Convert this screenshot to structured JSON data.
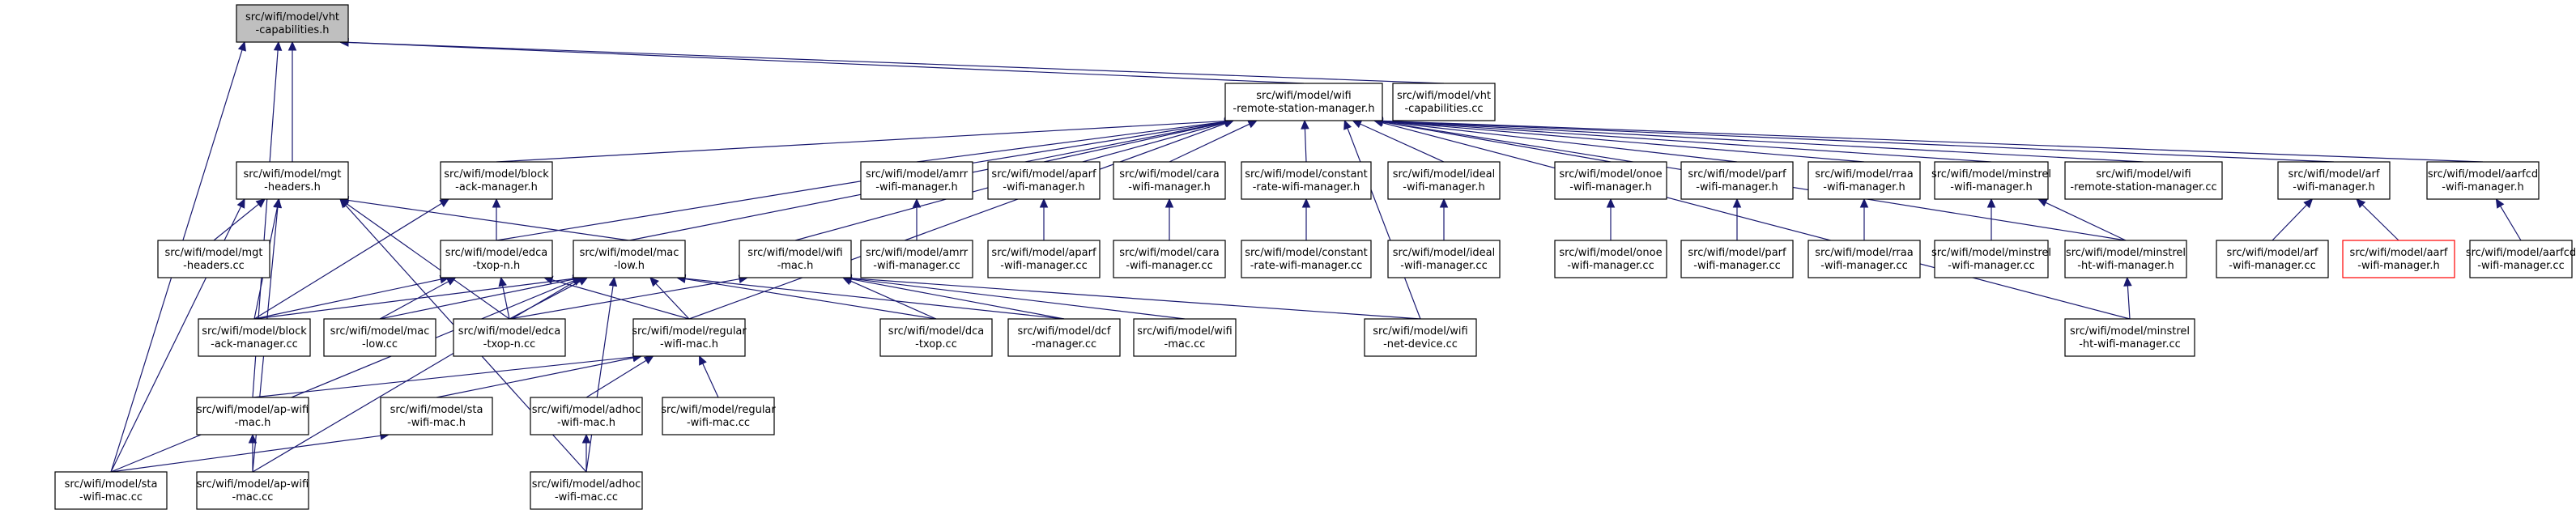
{
  "graph": {
    "colors": {
      "edge": "#191970",
      "node_border": "#000000",
      "root_fill": "#bfbfbf",
      "missing_border": "#ff0000"
    },
    "nodes": [
      {
        "id": "vht_h",
        "lines": [
          "src/wifi/model/vht",
          "-capabilities.h"
        ],
        "style": "root"
      },
      {
        "id": "rsm_h",
        "lines": [
          "src/wifi/model/wifi",
          "-remote-station-manager.h"
        ]
      },
      {
        "id": "vht_cc",
        "lines": [
          "src/wifi/model/vht",
          "-capabilities.cc"
        ]
      },
      {
        "id": "mgt_h",
        "lines": [
          "src/wifi/model/mgt",
          "-headers.h"
        ]
      },
      {
        "id": "back_h",
        "lines": [
          "src/wifi/model/block",
          "-ack-manager.h"
        ]
      },
      {
        "id": "amrr_h",
        "lines": [
          "src/wifi/model/amrr",
          "-wifi-manager.h"
        ]
      },
      {
        "id": "aparf_h",
        "lines": [
          "src/wifi/model/aparf",
          "-wifi-manager.h"
        ]
      },
      {
        "id": "cara_h",
        "lines": [
          "src/wifi/model/cara",
          "-wifi-manager.h"
        ]
      },
      {
        "id": "const_h",
        "lines": [
          "src/wifi/model/constant",
          "-rate-wifi-manager.h"
        ]
      },
      {
        "id": "ideal_h",
        "lines": [
          "src/wifi/model/ideal",
          "-wifi-manager.h"
        ]
      },
      {
        "id": "onoe_h",
        "lines": [
          "src/wifi/model/onoe",
          "-wifi-manager.h"
        ]
      },
      {
        "id": "parf_h",
        "lines": [
          "src/wifi/model/parf",
          "-wifi-manager.h"
        ]
      },
      {
        "id": "rraa_h",
        "lines": [
          "src/wifi/model/rraa",
          "-wifi-manager.h"
        ]
      },
      {
        "id": "minstrel_h",
        "lines": [
          "src/wifi/model/minstrel",
          "-wifi-manager.h"
        ]
      },
      {
        "id": "rsm_cc",
        "lines": [
          "src/wifi/model/wifi",
          "-remote-station-manager.cc"
        ]
      },
      {
        "id": "arf_h",
        "lines": [
          "src/wifi/model/arf",
          "-wifi-manager.h"
        ]
      },
      {
        "id": "aarfcd_h",
        "lines": [
          "src/wifi/model/aarfcd",
          "-wifi-manager.h"
        ]
      },
      {
        "id": "mgt_cc",
        "lines": [
          "src/wifi/model/mgt",
          "-headers.cc"
        ]
      },
      {
        "id": "edca_h",
        "lines": [
          "src/wifi/model/edca",
          "-txop-n.h"
        ]
      },
      {
        "id": "maclow_h",
        "lines": [
          "src/wifi/model/mac",
          "-low.h"
        ]
      },
      {
        "id": "wifimac_h",
        "lines": [
          "src/wifi/model/wifi",
          "-mac.h"
        ]
      },
      {
        "id": "amrr_cc",
        "lines": [
          "src/wifi/model/amrr",
          "-wifi-manager.cc"
        ]
      },
      {
        "id": "aparf_cc",
        "lines": [
          "src/wifi/model/aparf",
          "-wifi-manager.cc"
        ]
      },
      {
        "id": "cara_cc",
        "lines": [
          "src/wifi/model/cara",
          "-wifi-manager.cc"
        ]
      },
      {
        "id": "const_cc",
        "lines": [
          "src/wifi/model/constant",
          "-rate-wifi-manager.cc"
        ]
      },
      {
        "id": "ideal_cc",
        "lines": [
          "src/wifi/model/ideal",
          "-wifi-manager.cc"
        ]
      },
      {
        "id": "onoe_cc",
        "lines": [
          "src/wifi/model/onoe",
          "-wifi-manager.cc"
        ]
      },
      {
        "id": "parf_cc",
        "lines": [
          "src/wifi/model/parf",
          "-wifi-manager.cc"
        ]
      },
      {
        "id": "rraa_cc",
        "lines": [
          "src/wifi/model/rraa",
          "-wifi-manager.cc"
        ]
      },
      {
        "id": "minstrel_cc",
        "lines": [
          "src/wifi/model/minstrel",
          "-wifi-manager.cc"
        ]
      },
      {
        "id": "mht_h",
        "lines": [
          "src/wifi/model/minstrel",
          "-ht-wifi-manager.h"
        ]
      },
      {
        "id": "arf_cc",
        "lines": [
          "src/wifi/model/arf",
          "-wifi-manager.cc"
        ]
      },
      {
        "id": "aarf_h",
        "lines": [
          "src/wifi/model/aarf",
          "-wifi-manager.h"
        ],
        "style": "red"
      },
      {
        "id": "aarfcd_cc",
        "lines": [
          "src/wifi/model/aarfcd",
          "-wifi-manager.cc"
        ]
      },
      {
        "id": "back_cc",
        "lines": [
          "src/wifi/model/block",
          "-ack-manager.cc"
        ]
      },
      {
        "id": "maclow_cc",
        "lines": [
          "src/wifi/model/mac",
          "-low.cc"
        ]
      },
      {
        "id": "edca_cc",
        "lines": [
          "src/wifi/model/edca",
          "-txop-n.cc"
        ]
      },
      {
        "id": "regular_h",
        "lines": [
          "src/wifi/model/regular",
          "-wifi-mac.h"
        ]
      },
      {
        "id": "dca_cc",
        "lines": [
          "src/wifi/model/dca",
          "-txop.cc"
        ]
      },
      {
        "id": "dcf_cc",
        "lines": [
          "src/wifi/model/dcf",
          "-manager.cc"
        ]
      },
      {
        "id": "wifimac_cc",
        "lines": [
          "src/wifi/model/wifi",
          "-mac.cc"
        ]
      },
      {
        "id": "netdev_cc",
        "lines": [
          "src/wifi/model/wifi",
          "-net-device.cc"
        ]
      },
      {
        "id": "mht_cc",
        "lines": [
          "src/wifi/model/minstrel",
          "-ht-wifi-manager.cc"
        ]
      },
      {
        "id": "ap_h",
        "lines": [
          "src/wifi/model/ap-wifi",
          "-mac.h"
        ]
      },
      {
        "id": "sta_h",
        "lines": [
          "src/wifi/model/sta",
          "-wifi-mac.h"
        ]
      },
      {
        "id": "adhoc_h",
        "lines": [
          "src/wifi/model/adhoc",
          "-wifi-mac.h"
        ]
      },
      {
        "id": "regular_cc",
        "lines": [
          "src/wifi/model/regular",
          "-wifi-mac.cc"
        ]
      },
      {
        "id": "sta_cc",
        "lines": [
          "src/wifi/model/sta",
          "-wifi-mac.cc"
        ]
      },
      {
        "id": "ap_cc",
        "lines": [
          "src/wifi/model/ap-wifi",
          "-mac.cc"
        ]
      },
      {
        "id": "adhoc_cc",
        "lines": [
          "src/wifi/model/adhoc",
          "-wifi-mac.cc"
        ]
      }
    ],
    "edges": [
      [
        "rsm_h",
        "vht_h"
      ],
      [
        "vht_cc",
        "vht_h"
      ],
      [
        "mgt_h",
        "vht_h"
      ],
      [
        "ap_h",
        "vht_h"
      ],
      [
        "sta_cc",
        "vht_h"
      ],
      [
        "back_h",
        "rsm_h"
      ],
      [
        "amrr_h",
        "rsm_h"
      ],
      [
        "aparf_h",
        "rsm_h"
      ],
      [
        "cara_h",
        "rsm_h"
      ],
      [
        "const_h",
        "rsm_h"
      ],
      [
        "ideal_h",
        "rsm_h"
      ],
      [
        "onoe_h",
        "rsm_h"
      ],
      [
        "parf_h",
        "rsm_h"
      ],
      [
        "rraa_h",
        "rsm_h"
      ],
      [
        "minstrel_h",
        "rsm_h"
      ],
      [
        "rsm_cc",
        "rsm_h"
      ],
      [
        "arf_h",
        "rsm_h"
      ],
      [
        "aarfcd_h",
        "rsm_h"
      ],
      [
        "edca_h",
        "rsm_h"
      ],
      [
        "maclow_h",
        "rsm_h"
      ],
      [
        "wifimac_h",
        "rsm_h"
      ],
      [
        "regular_h",
        "rsm_h"
      ],
      [
        "netdev_cc",
        "rsm_h"
      ],
      [
        "mht_h",
        "rsm_h"
      ],
      [
        "mht_cc",
        "rsm_h"
      ],
      [
        "mgt_cc",
        "mgt_h"
      ],
      [
        "back_cc",
        "mgt_h"
      ],
      [
        "maclow_h",
        "mgt_h"
      ],
      [
        "edca_cc",
        "mgt_h"
      ],
      [
        "sta_cc",
        "mgt_h"
      ],
      [
        "ap_cc",
        "mgt_h"
      ],
      [
        "adhoc_cc",
        "mgt_h"
      ],
      [
        "back_cc",
        "back_h"
      ],
      [
        "edca_h",
        "back_h"
      ],
      [
        "amrr_cc",
        "amrr_h"
      ],
      [
        "aparf_cc",
        "aparf_h"
      ],
      [
        "cara_cc",
        "cara_h"
      ],
      [
        "const_cc",
        "const_h"
      ],
      [
        "ideal_cc",
        "ideal_h"
      ],
      [
        "onoe_cc",
        "onoe_h"
      ],
      [
        "parf_cc",
        "parf_h"
      ],
      [
        "rraa_cc",
        "rraa_h"
      ],
      [
        "minstrel_cc",
        "minstrel_h"
      ],
      [
        "mht_h",
        "minstrel_h"
      ],
      [
        "mht_cc",
        "mht_h"
      ],
      [
        "arf_cc",
        "arf_h"
      ],
      [
        "aarf_h",
        "arf_h"
      ],
      [
        "aarfcd_cc",
        "aarfcd_h"
      ],
      [
        "back_cc",
        "edca_h"
      ],
      [
        "maclow_cc",
        "edca_h"
      ],
      [
        "edca_cc",
        "edca_h"
      ],
      [
        "regular_h",
        "edca_h"
      ],
      [
        "back_cc",
        "maclow_h"
      ],
      [
        "maclow_cc",
        "maclow_h"
      ],
      [
        "edca_cc",
        "maclow_h"
      ],
      [
        "dca_cc",
        "maclow_h"
      ],
      [
        "dcf_cc",
        "maclow_h"
      ],
      [
        "regular_h",
        "maclow_h"
      ],
      [
        "sta_cc",
        "maclow_h"
      ],
      [
        "ap_cc",
        "maclow_h"
      ],
      [
        "adhoc_cc",
        "maclow_h"
      ],
      [
        "wifimac_cc",
        "wifimac_h"
      ],
      [
        "dca_cc",
        "wifimac_h"
      ],
      [
        "dcf_cc",
        "wifimac_h"
      ],
      [
        "netdev_cc",
        "wifimac_h"
      ],
      [
        "edca_cc",
        "wifimac_h"
      ],
      [
        "ap_h",
        "regular_h"
      ],
      [
        "sta_h",
        "regular_h"
      ],
      [
        "adhoc_h",
        "regular_h"
      ],
      [
        "regular_cc",
        "regular_h"
      ],
      [
        "ap_cc",
        "ap_h"
      ],
      [
        "sta_cc",
        "sta_h"
      ],
      [
        "adhoc_cc",
        "adhoc_h"
      ]
    ]
  }
}
